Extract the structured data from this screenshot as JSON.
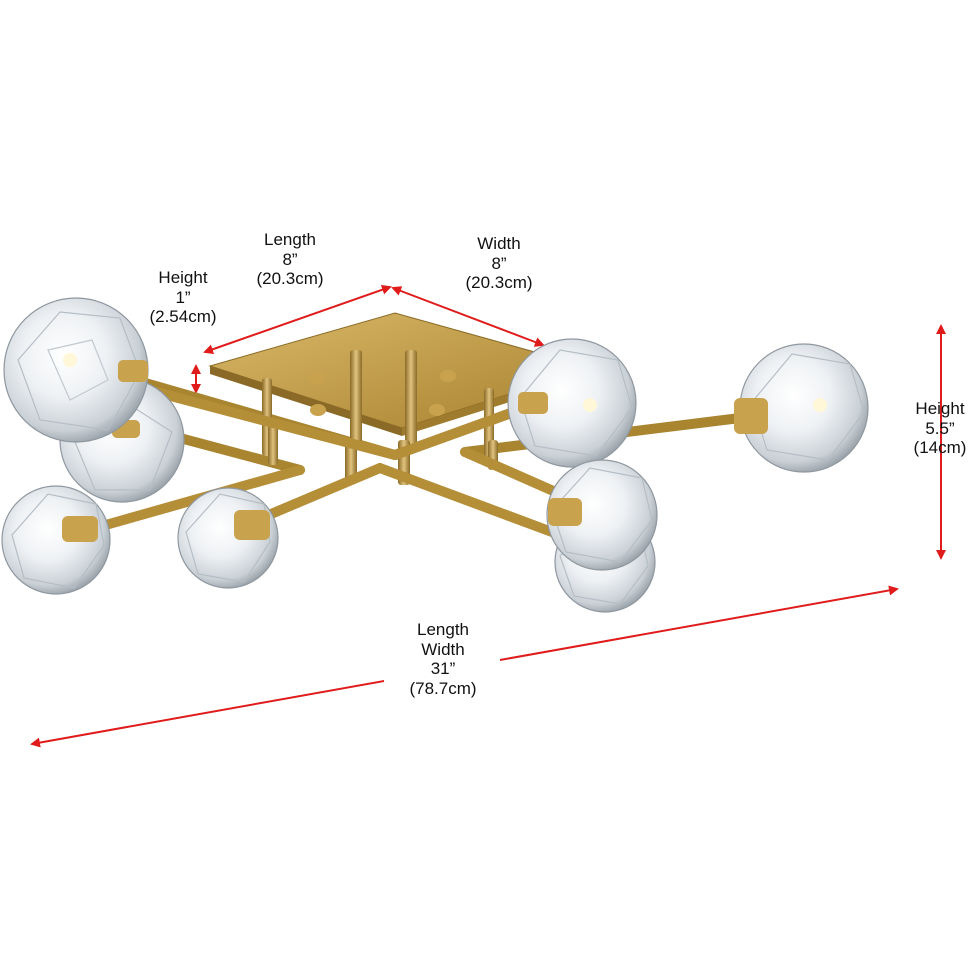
{
  "colors": {
    "dimension_arrow": "#e01b1b",
    "brass": "#b8913f",
    "brass_dark": "#8a6a26",
    "brass_light": "#dcc07a",
    "crystal": "#e9edf1",
    "crystal_edge": "#9aa3ab"
  },
  "dimensions": {
    "canopy_length": {
      "line1": "Length",
      "line2": "8”",
      "line3": "(20.3cm)"
    },
    "canopy_width": {
      "line1": "Width",
      "line2": "8”",
      "line3": "(20.3cm)"
    },
    "canopy_height": {
      "line1": "Height",
      "line2": "1”",
      "line3": "(2.54cm)"
    },
    "fixture_height": {
      "line1": "Height",
      "line2": "5.5”",
      "line3": "(14cm)"
    },
    "overall": {
      "line1": "Length",
      "line2": "Width",
      "line3": "31”",
      "line4": "(78.7cm)"
    }
  },
  "product": {
    "kind": "brass semi-flush ceiling light with crystal globe shades",
    "globe_count": 8
  }
}
